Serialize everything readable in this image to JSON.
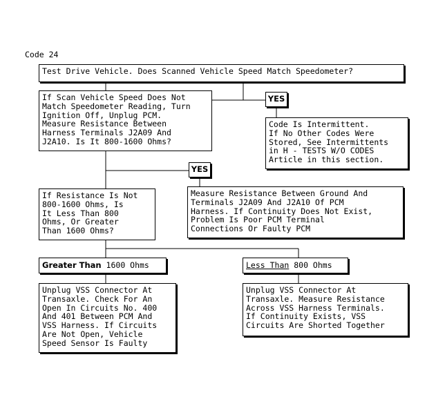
{
  "header": {
    "code_label": "Code 24"
  },
  "nodes": {
    "test_drive": "Test Drive Vehicle. Does Scanned Vehicle Speed Match Speedometer?",
    "scan_mismatch": "If Scan Vehicle Speed Does Not\nMatch Speedometer Reading, Turn\nIgnition Off, Unplug PCM.\nMeasure Resistance Between\nHarness Terminals J2A09 And\nJ2A10. Is It 800-1600 Ohms?",
    "intermittent": "Code Is Intermittent.\nIf No Other Codes Were\nStored, See Intermittents\nin H - TESTS W/O CODES\nArticle in this section.",
    "resistance_check": "If Resistance Is Not\n800-1600 Ohms, Is\nIt Less Than 800\nOhms, Or Greater\nThan 1600 Ohms?",
    "ground_check": "Measure Resistance Between Ground And\nTerminals J2A09 And J2A10 Of PCM\nHarness. If Continuity Does Not Exist,\nProblem Is Poor PCM Terminal\nConnections Or Faulty PCM",
    "greater_result": "Unplug VSS Connector At\nTransaxle. Check For An\nOpen In Circuits No. 400\nAnd 401 Between PCM And\nVSS Harness. If Circuits\nAre Not Open, Vehicle\nSpeed Sensor Is Faulty",
    "less_result": "Unplug VSS Connector At\nTransaxle. Measure Resistance\nAcross VSS Harness Terminals.\nIf Continuity Exists, VSS\nCircuits Are Shorted Together"
  },
  "answers": {
    "yes_1": "YES",
    "yes_2": "YES"
  },
  "branches": {
    "greater_keyword": "Greater Than",
    "greater_value": " 1600 Ohms",
    "less_keyword": "Less Than",
    "less_value": " 800 Ohms"
  }
}
